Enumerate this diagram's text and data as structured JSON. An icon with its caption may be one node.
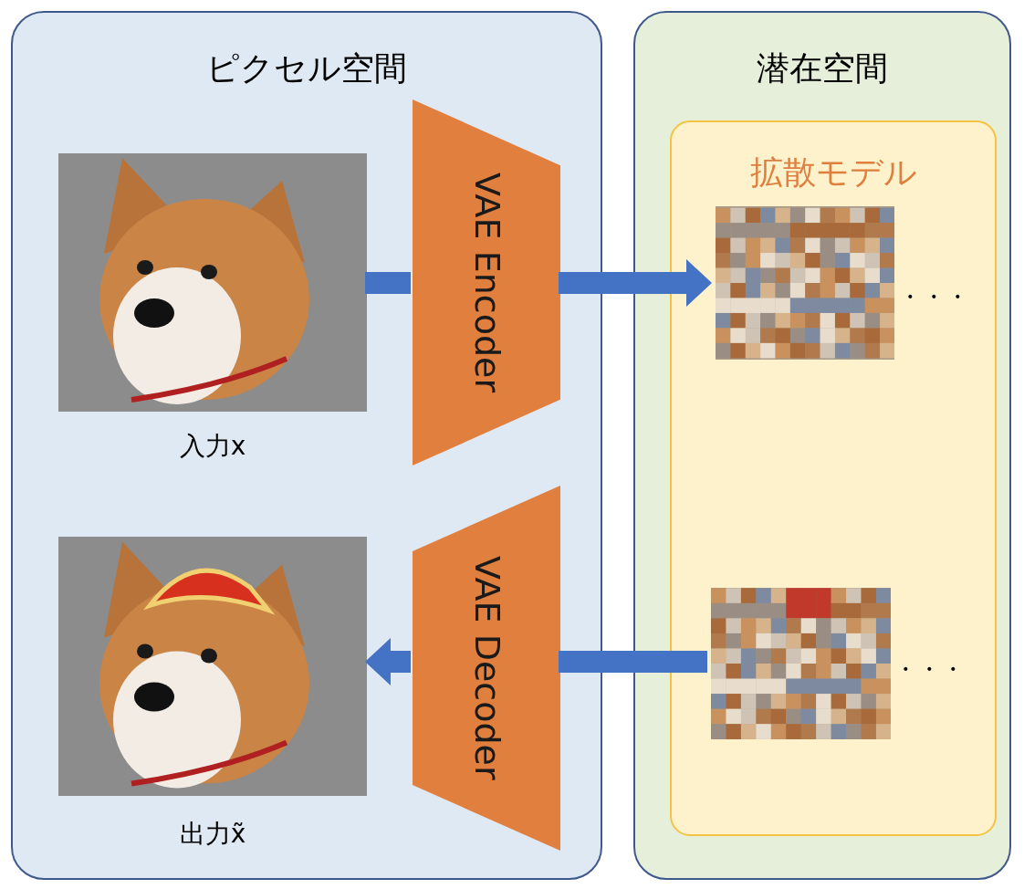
{
  "diagram": {
    "nodes": [
      {
        "text": [
          "ピクセル空間"
        ]
      },
      {
        "text": [
          "潜在空間"
        ]
      },
      {
        "text": [
          "拡散モデル"
        ],
        "in": 1
      },
      {
        "text": [],
        "shape": "picture",
        "in": 0,
        "beside": [
          "入力x"
        ]
      },
      {
        "text": [
          "VAE Encoder"
        ],
        "in": 0
      },
      {
        "text": [],
        "shape": "picture",
        "in": 2,
        "beside": [
          "・・・"
        ]
      },
      {
        "text": [],
        "shape": "picture",
        "in": 0,
        "beside": [
          "出力x̃"
        ]
      },
      {
        "text": [
          "VAE Decoder"
        ],
        "in": 0
      },
      {
        "text": [],
        "shape": "picture",
        "in": 2,
        "beside": [
          "・・・"
        ]
      }
    ],
    "edges": [
      {
        "from": 3,
        "to": 4,
        "arrow": "none",
        "style": "thick",
        "color": "#4472c4"
      },
      {
        "from": 4,
        "to": 5,
        "arrow": "to",
        "style": "thick",
        "color": "#4472c4"
      },
      {
        "from": 8,
        "to": 7,
        "arrow": "none",
        "style": "thick",
        "color": "#4472c4"
      },
      {
        "from": 7,
        "to": 6,
        "arrow": "to",
        "style": "thick",
        "color": "#4472c4"
      }
    ]
  }
}
